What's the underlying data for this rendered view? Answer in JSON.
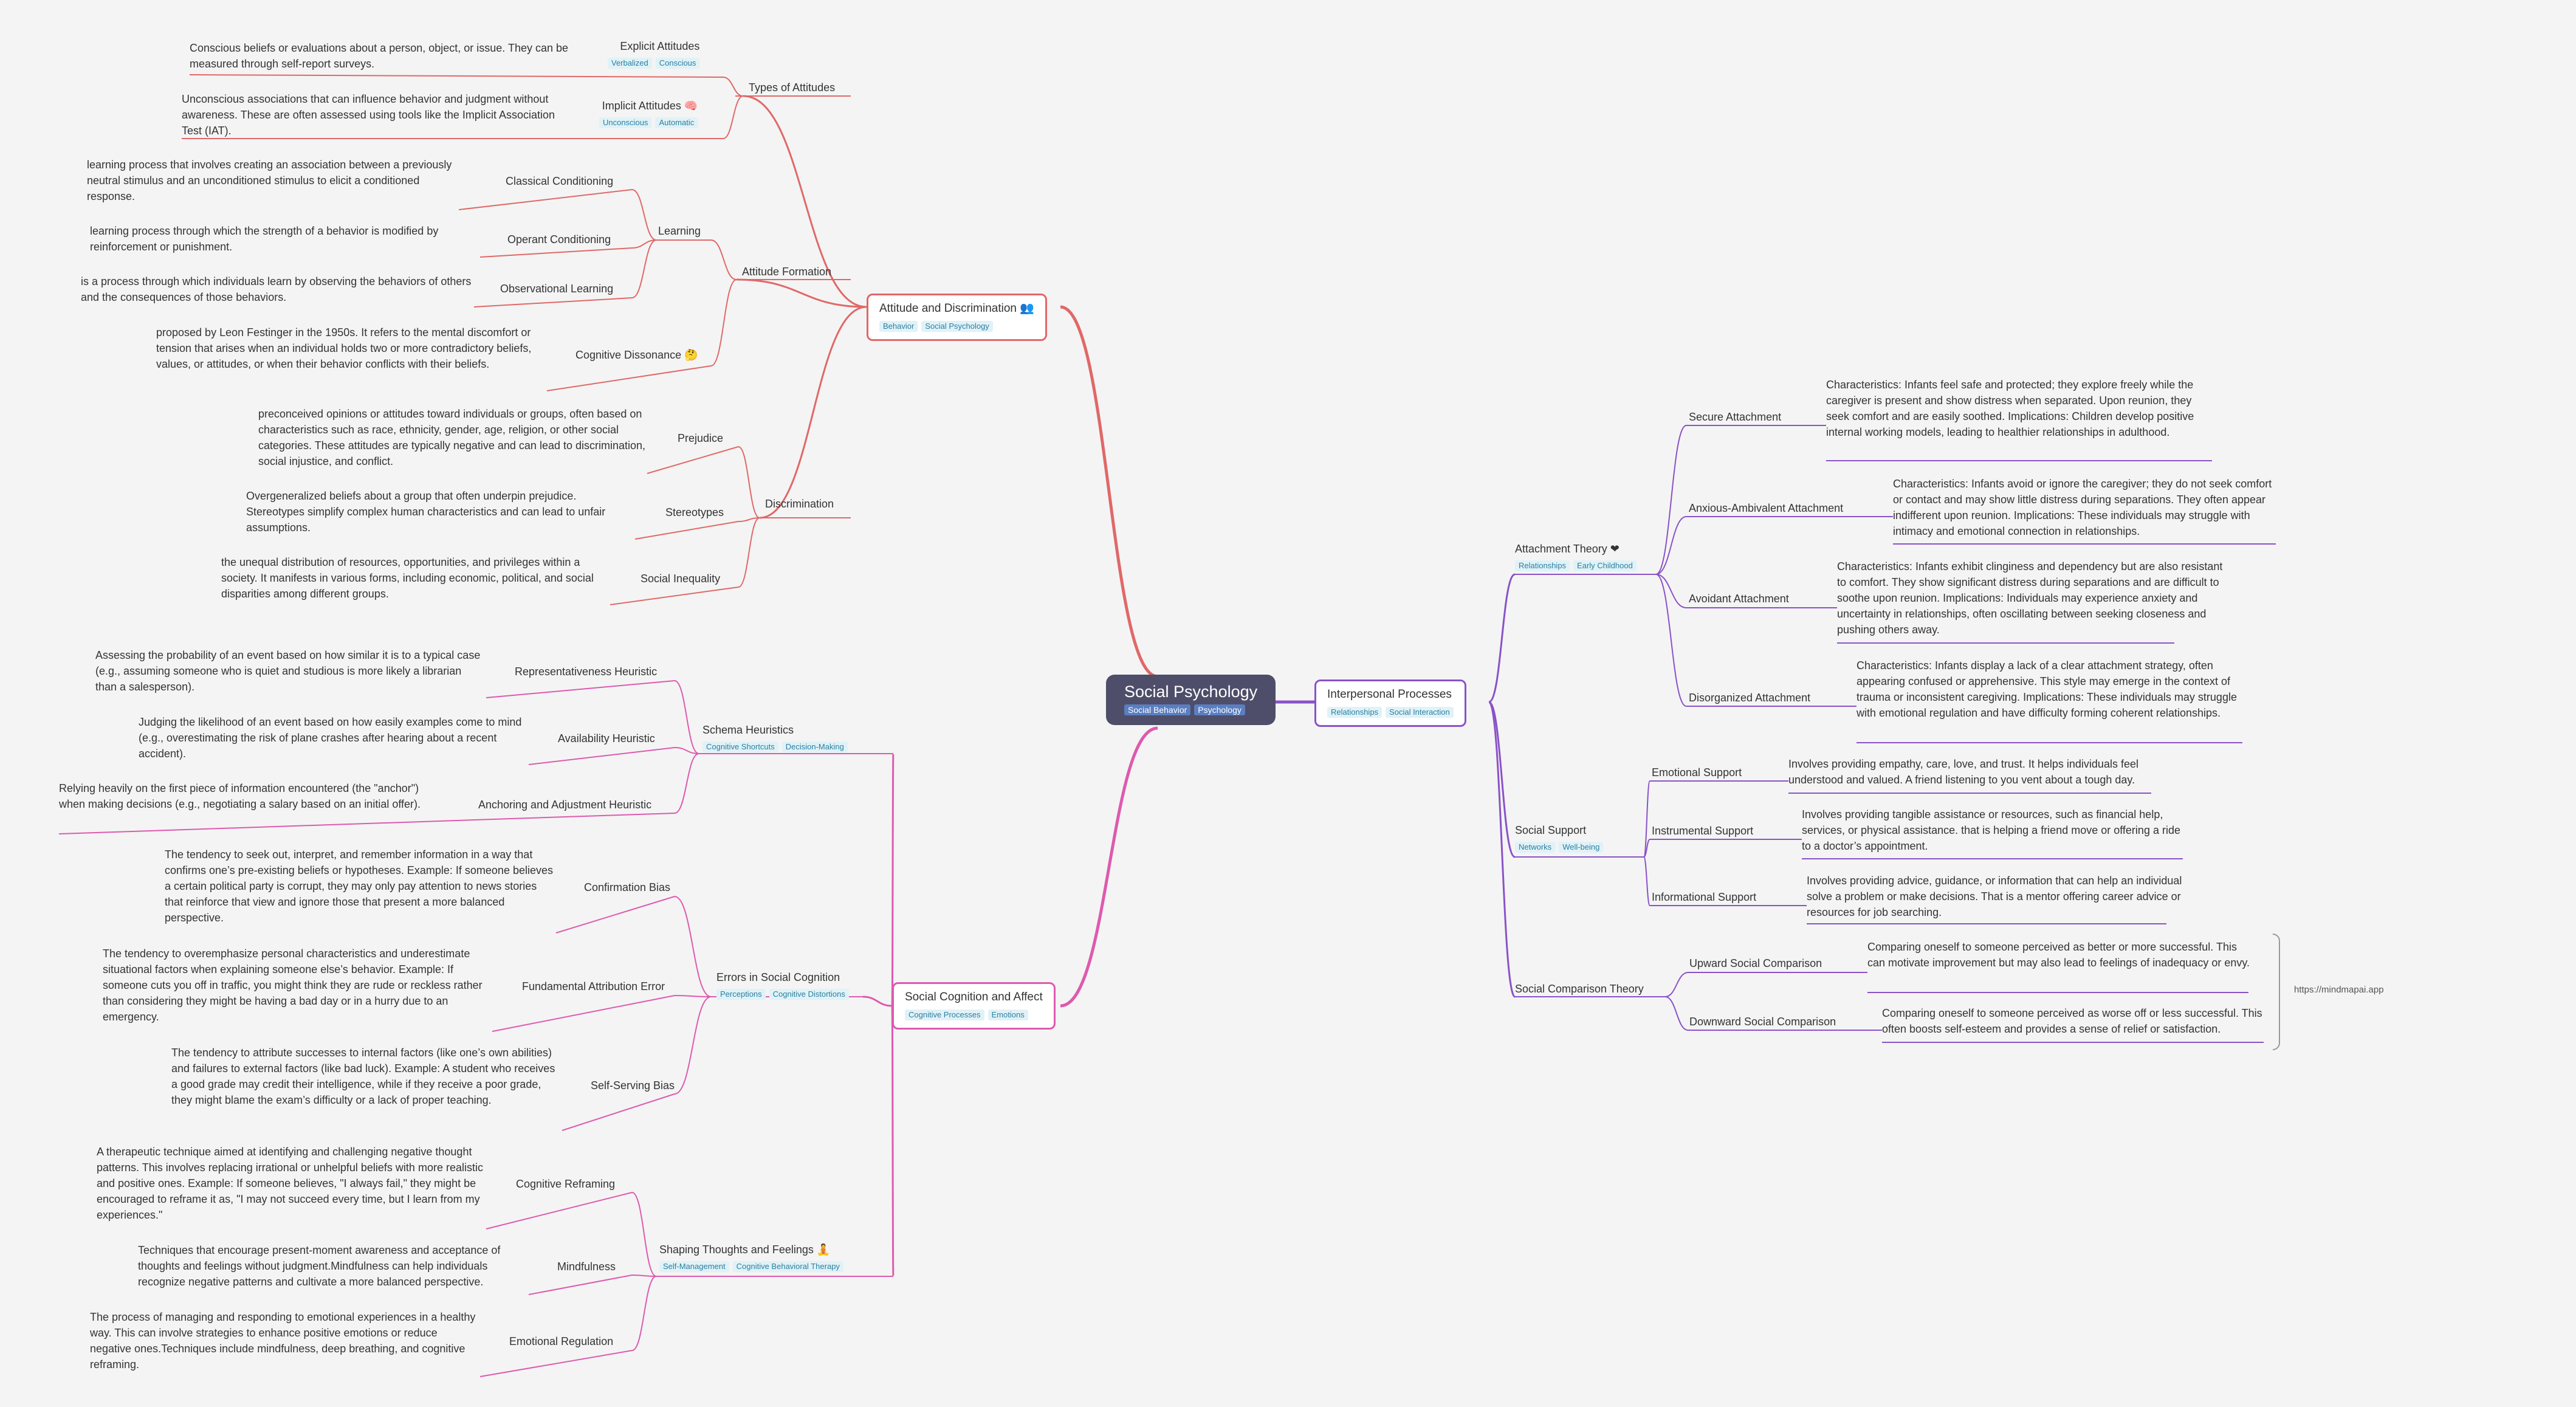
{
  "root": {
    "label": "Social Psychology",
    "tags": [
      "Social Behavior",
      "Psychology"
    ]
  },
  "colors": {
    "attitude": "#e06868",
    "cognition": "#dd5aae",
    "interpersonal": "#8a52c8",
    "root": "#4e4e6a",
    "tag_bg": "#e0f2f7",
    "tag_fg": "#2b7fa0"
  },
  "attitude": {
    "label": "Attitude and Discrimination 👥",
    "tags": [
      "Behavior",
      "Social Psychology"
    ],
    "types": {
      "label": "Types of Attitudes",
      "explicit": {
        "label": "Explicit Attitudes",
        "tags": [
          "Verbalized",
          "Conscious"
        ],
        "desc": "Conscious beliefs or evaluations about a person, object, or issue. They can be measured through self-report surveys."
      },
      "implicit": {
        "label": "Implicit Attitudes 🧠",
        "tags": [
          "Unconscious",
          "Automatic"
        ],
        "desc": "Unconscious associations that can influence behavior and judgment without awareness. These are often assessed using tools like the Implicit Association Test (IAT)."
      }
    },
    "formation": {
      "label": "Attitude Formation",
      "learning": {
        "label": "Learning",
        "classical": {
          "label": "Classical Conditioning",
          "desc": "learning process that involves creating an association between a previously neutral stimulus and an unconditioned stimulus to elicit a conditioned response."
        },
        "operant": {
          "label": "Operant Conditioning",
          "desc": "learning process through which the strength of a behavior is modified by reinforcement or punishment."
        },
        "observational": {
          "label": "Observational Learning",
          "desc": "is a process through which individuals learn by observing the behaviors of others and the consequences of those behaviors."
        }
      },
      "dissonance": {
        "label": "Cognitive Dissonance 🤔",
        "desc": "proposed by Leon Festinger in the 1950s. It refers to the mental discomfort or tension that arises when an individual holds two or more contradictory beliefs, values, or attitudes, or when their behavior conflicts with their beliefs."
      }
    },
    "discrimination": {
      "label": "Discrimination",
      "prejudice": {
        "label": "Prejudice",
        "desc": "preconceived opinions or attitudes toward individuals or groups, often based on characteristics such as race, ethnicity, gender, age, religion, or other social categories. These attitudes are typically negative and can lead to discrimination, social injustice, and conflict."
      },
      "stereotypes": {
        "label": "Stereotypes",
        "desc": "Overgeneralized beliefs about a group that often underpin prejudice. Stereotypes simplify complex human characteristics and can lead to unfair assumptions."
      },
      "inequality": {
        "label": "Social Inequality",
        "desc": "the unequal distribution of resources, opportunities, and privileges within a society. It manifests in various forms, including economic, political, and social disparities among different groups."
      }
    }
  },
  "cognition": {
    "label": "Social Cognition and Affect",
    "tags": [
      "Cognitive Processes",
      "Emotions"
    ],
    "heuristics": {
      "label": "Schema Heuristics",
      "tags": [
        "Cognitive Shortcuts",
        "Decision-Making"
      ],
      "representativeness": {
        "label": "Representativeness Heuristic",
        "desc": "Assessing the probability of an event based on how similar it is to a typical case (e.g., assuming someone who is quiet and studious is more likely a librarian than a salesperson)."
      },
      "availability": {
        "label": "Availability Heuristic",
        "desc": "Judging the likelihood of an event based on how easily examples come to mind (e.g., overestimating the risk of plane crashes after hearing about a recent accident)."
      },
      "anchoring": {
        "label": "Anchoring and Adjustment Heuristic",
        "desc": "Relying heavily on the first piece of information encountered (the \"anchor\") when making decisions (e.g., negotiating a salary based on an initial offer)."
      }
    },
    "errors": {
      "label": "Errors in Social Cognition",
      "tags": [
        "Perceptions",
        "Cognitive Distortions"
      ],
      "confirmation": {
        "label": "Confirmation Bias",
        "desc": "The tendency to seek out, interpret, and remember information in a way that confirms one’s pre-existing beliefs or hypotheses. Example: If someone believes a certain political party is corrupt, they may only pay attention to news stories that reinforce that view and ignore those that present a more balanced perspective."
      },
      "fae": {
        "label": "Fundamental Attribution Error",
        "desc": "The tendency to overemphasize personal characteristics and underestimate situational factors when explaining someone else’s behavior. Example: If someone cuts you off in traffic, you might think they are rude or reckless rather than considering they might be having a bad day or in a hurry due to an emergency."
      },
      "selfserving": {
        "label": "Self-Serving Bias",
        "desc": "The tendency to attribute successes to internal factors (like one’s own abilities) and failures to external factors (like bad luck). Example: A student who receives a good grade may credit their intelligence, while if they receive a poor grade, they might blame the exam’s difficulty or a lack of proper teaching."
      }
    },
    "shaping": {
      "label": "Shaping Thoughts and Feelings 🧘",
      "tags": [
        "Self-Management",
        "Cognitive Behavioral Therapy"
      ],
      "reframing": {
        "label": "Cognitive Reframing",
        "desc": "A therapeutic technique aimed at identifying and challenging negative thought patterns. This involves replacing irrational or unhelpful beliefs with more realistic and positive ones. Example: If someone believes, \"I always fail,\" they might be encouraged to reframe it as, \"I may not succeed every time, but I learn from my experiences.\""
      },
      "mindfulness": {
        "label": "Mindfulness",
        "desc": "Techniques that encourage present-moment awareness and acceptance of thoughts and feelings without judgment.Mindfulness can help individuals recognize negative patterns and cultivate a more balanced perspective."
      },
      "regulation": {
        "label": "Emotional Regulation",
        "desc": "The process of managing and responding to emotional experiences in a healthy way. This can involve strategies to enhance positive emotions or reduce negative ones.Techniques include mindfulness, deep breathing, and cognitive reframing."
      }
    }
  },
  "interpersonal": {
    "label": "Interpersonal Processes",
    "tags": [
      "Relationships",
      "Social Interaction"
    ],
    "attachment": {
      "label": "Attachment Theory ❤",
      "tags": [
        "Relationships",
        "Early Childhood"
      ],
      "secure": {
        "label": "Secure Attachment",
        "desc": "Characteristics: Infants feel safe and protected; they explore freely while the caregiver is present and show distress when separated. Upon reunion, they seek comfort and are easily soothed. Implications: Children develop positive internal working models, leading to healthier relationships in adulthood."
      },
      "anxious": {
        "label": "Anxious-Ambivalent Attachment",
        "desc": "Characteristics: Infants avoid or ignore the caregiver; they do not seek comfort or contact and may show little distress during separations. They often appear indifferent upon reunion. Implications: These individuals may struggle with intimacy and emotional connection in relationships."
      },
      "avoidant": {
        "label": "Avoidant Attachment",
        "desc": "Characteristics: Infants exhibit clinginess and dependency but are also resistant to comfort. They show significant distress during separations and are difficult to soothe upon reunion. Implications: Individuals may experience anxiety and uncertainty in relationships, often oscillating between seeking closeness and pushing others away."
      },
      "disorganized": {
        "label": "Disorganized Attachment",
        "desc": "Characteristics: Infants display a lack of a clear attachment strategy, often appearing confused or apprehensive. This style may emerge in the context of trauma or inconsistent caregiving. Implications: These individuals may struggle with emotional regulation and have difficulty forming coherent relationships."
      }
    },
    "support": {
      "label": "Social Support",
      "tags": [
        "Networks",
        "Well-being"
      ],
      "emotional": {
        "label": "Emotional Support",
        "desc": "Involves providing empathy, care, love, and trust. It helps individuals feel understood and valued. A friend listening to you vent about a tough day."
      },
      "instrumental": {
        "label": "Instrumental Support",
        "desc": "Involves providing tangible assistance or resources, such as financial help, services, or physical assistance. that is helping a friend move or offering a ride to a doctor’s appointment."
      },
      "informational": {
        "label": "Informational Support",
        "desc": "Involves providing advice, guidance, or information that can help an individual solve a problem or make decisions. That is a mentor offering career advice or resources for job searching."
      }
    },
    "comparison": {
      "label": "Social Comparison Theory",
      "upward": {
        "label": "Upward Social Comparison",
        "desc": "Comparing oneself to someone perceived as better or more successful. This can motivate improvement but may also lead to feelings of inadequacy or envy."
      },
      "downward": {
        "label": "Downward Social Comparison",
        "desc": "Comparing oneself to someone perceived as worse off or less successful. This often boosts self-esteem and provides a sense of relief or satisfaction."
      }
    }
  },
  "watermark": "https://mindmapai.app"
}
